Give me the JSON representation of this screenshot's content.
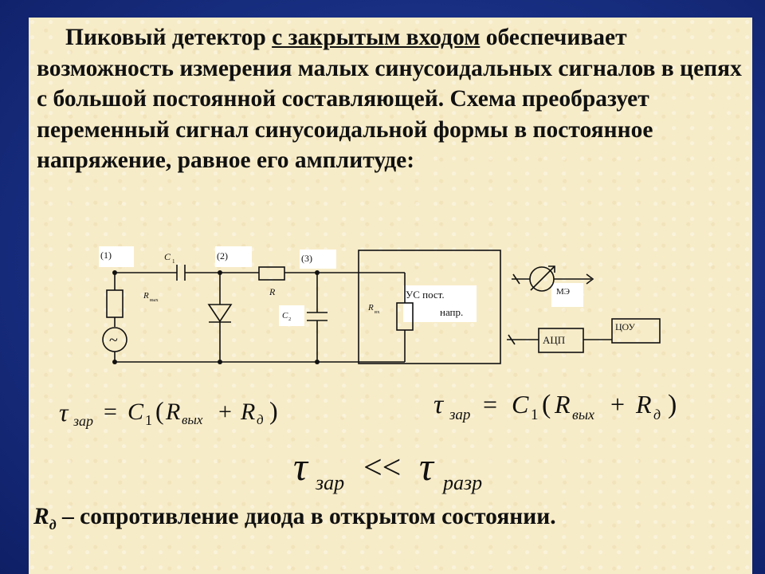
{
  "paragraph": {
    "lead": "Пиковый детектор",
    "underlined": "с закрытым входом",
    "rest": "обеспечивает возможность измерения малых синусоидальных сигналов в цепях с большой постоянной составляющей. Схема преобразует переменный сигнал синусоидальной формы в постоянное напряжение, равное его амплитуде:"
  },
  "circuit": {
    "node1": "(1)",
    "node2": "(2)",
    "node3": "(3)",
    "c1": "C",
    "c1_sub": "1",
    "r_out": "R",
    "r_out_sub": "вых",
    "r": "R",
    "c2": "C",
    "c2_sub": "2",
    "r_in": "R",
    "r_in_sub": "вх",
    "amp_line1": "УС пост.",
    "amp_line2": "напр.",
    "source_symbol": "~",
    "meter": "МЭ",
    "adc": "АЦП",
    "display": "ЦОУ"
  },
  "formulas": {
    "f1": {
      "tau": "τ",
      "tau_sub": "зар",
      "eq": "=",
      "c": "C",
      "c_sub": "1",
      "open": "(",
      "r1": "R",
      "r1_sub": "вых",
      "plus": "+",
      "r2": "R",
      "r2_sub": "д",
      "close": ")"
    },
    "f2": {
      "tau": "τ",
      "tau_sub": "зар",
      "eq": "=",
      "c": "C",
      "c_sub": "1",
      "open": "(",
      "r1": "R",
      "r1_sub": "вых",
      "plus": "+",
      "r2": "R",
      "r2_sub": "д",
      "close": ")"
    },
    "f3": {
      "tau1": "τ",
      "tau1_sub": "зар",
      "op": "<<",
      "tau2": "τ",
      "tau2_sub": "разр"
    }
  },
  "footer": {
    "symbol": "R",
    "symbol_sub": "д",
    "text": " – сопротивление диода в открытом состоянии."
  }
}
